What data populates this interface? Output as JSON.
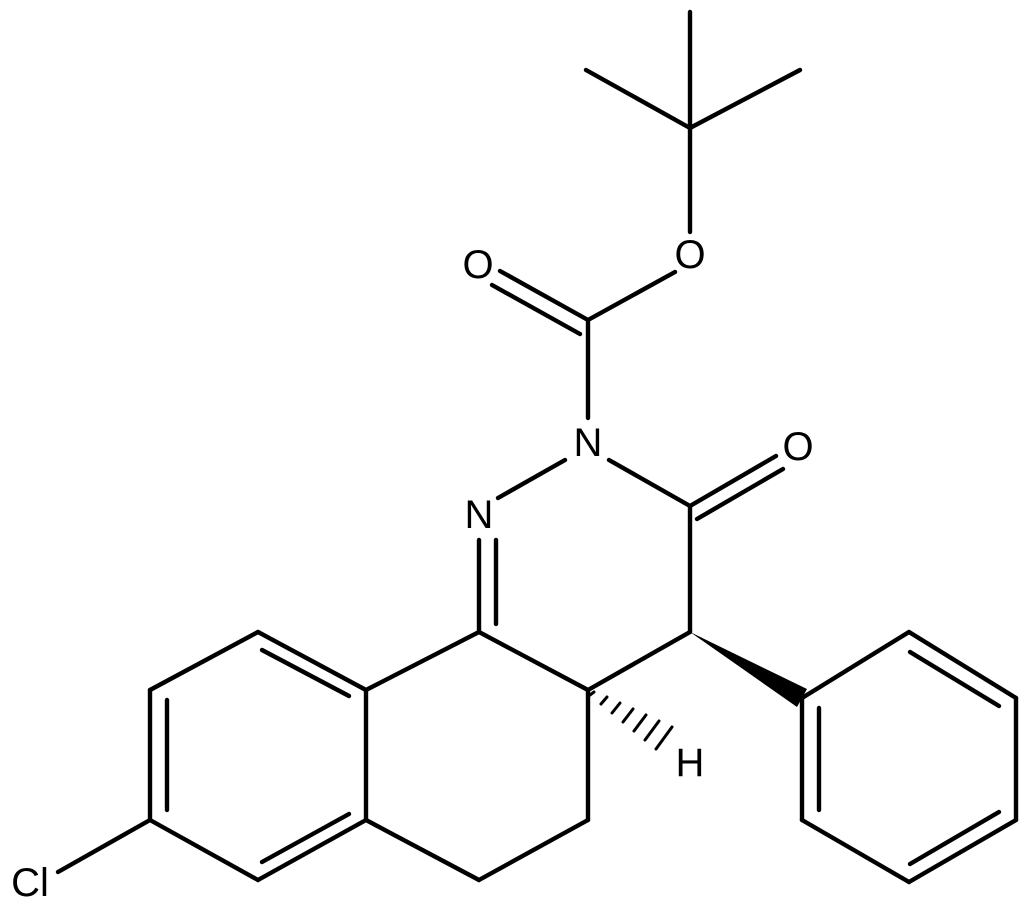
{
  "atoms": {
    "o_carbonyl_ester": "O",
    "o_ether": "O",
    "n_2": "N",
    "o_ketone": "O",
    "n_1": "N",
    "h_4a": "H",
    "cl": "Cl"
  }
}
